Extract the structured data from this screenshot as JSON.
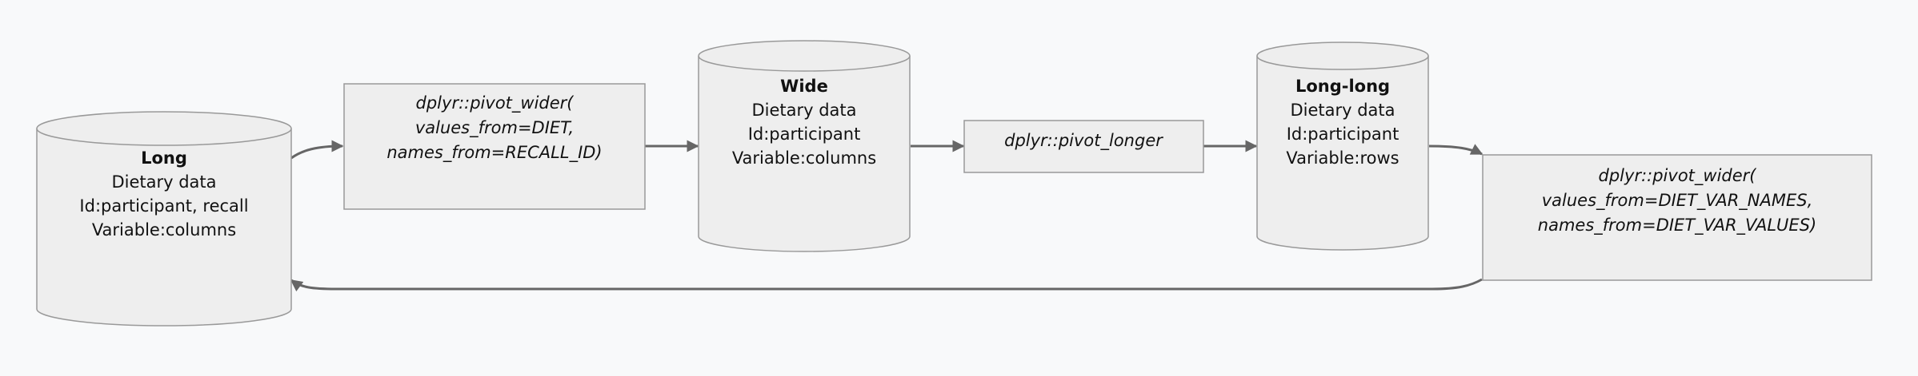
{
  "nodes": {
    "long": {
      "title": "Long",
      "lines": [
        "Dietary data",
        "Id:participant, recall",
        "Variable:columns"
      ]
    },
    "pivot_wider_1": {
      "lines": [
        "dplyr::pivot_wider(",
        "values_from=DIET,",
        "names_from=RECALL_ID)"
      ]
    },
    "wide": {
      "title": "Wide",
      "lines": [
        "Dietary data",
        "Id:participant",
        "Variable:columns"
      ]
    },
    "pivot_longer": {
      "lines": [
        "dplyr::pivot_longer"
      ]
    },
    "long_long": {
      "title": "Long-long",
      "lines": [
        "Dietary data",
        "Id:participant",
        "Variable:rows"
      ]
    },
    "pivot_wider_2": {
      "lines": [
        "dplyr::pivot_wider(",
        "values_from=DIET_VAR_NAMES,",
        "names_from=DIET_VAR_VALUES)"
      ]
    }
  },
  "colors": {
    "background": "#f8f9fa",
    "node_fill": "#eeeeee",
    "node_stroke": "#999999",
    "edge": "#666666",
    "text": "#111111"
  }
}
